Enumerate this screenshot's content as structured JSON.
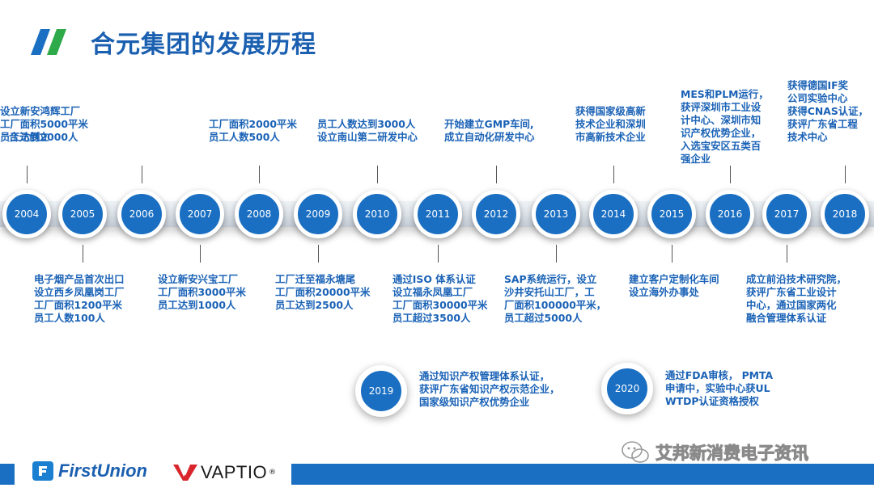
{
  "title": "合元集团的发展历程",
  "timeline": [
    {
      "year": "2004",
      "top": [
        "合元创立"
      ],
      "bottom": []
    },
    {
      "year": "2005",
      "top": [],
      "bottom": [
        "电子烟产品首次出口",
        "设立西乡凤凰岗工厂",
        "工厂面积1200平米",
        "员工人数100人"
      ]
    },
    {
      "year": "2006",
      "top": [
        "工厂面积2000平米",
        "员工人数500人"
      ],
      "bottom": []
    },
    {
      "year": "2007",
      "top": [],
      "bottom": [
        "设立新安兴宝工厂",
        "工厂面积3000平米",
        "员工达到1000人"
      ]
    },
    {
      "year": "2008",
      "top": [
        "设立新安鸿辉工厂",
        "工厂面积5000平米",
        "员工达到2000人"
      ],
      "bottom": []
    },
    {
      "year": "2009",
      "top": [],
      "bottom": [
        "工厂迁至福永塘尾",
        "工厂面积20000平米",
        "员工达到2500人"
      ]
    },
    {
      "year": "2010",
      "top": [
        "员工人数达到3000人",
        "设立南山第二研发中心"
      ],
      "bottom": []
    },
    {
      "year": "2011",
      "top": [],
      "bottom": [
        "通过ISO 体系认证",
        "设立福永凤凰工厂",
        "工厂面积30000平米",
        "员工超过3500人"
      ]
    },
    {
      "year": "2012",
      "top": [
        "开始建立GMP车间,",
        "成立自动化研发中心"
      ],
      "bottom": []
    },
    {
      "year": "2013",
      "top": [],
      "bottom": [
        "SAP系统运行，设立",
        "沙井安托山工厂，工",
        "厂面积100000平米，",
        "员工超过5000人"
      ]
    },
    {
      "year": "2014",
      "top": [
        "获得国家级高新",
        "技术企业和深圳",
        "市高新技术企业"
      ],
      "bottom": []
    },
    {
      "year": "2015",
      "top": [],
      "bottom": [
        "建立客户定制化车间",
        "设立海外办事处"
      ]
    },
    {
      "year": "2016",
      "top": [
        "MES和PLM运行，",
        "获评深圳市工业设",
        "计中心、深圳市知",
        "识产权优势企业，",
        "入选宝安区五类百",
        "强企业"
      ],
      "bottom": []
    },
    {
      "year": "2017",
      "top": [],
      "bottom": [
        "成立前沿技术研究院，",
        "获评广东省工业设计",
        "中心，通过国家两化",
        "融合管理体系认证"
      ]
    },
    {
      "year": "2018",
      "top": [
        "获得德国IF奖",
        "公司实验中心",
        "获得CNAS认证，",
        "获评广东省工程",
        "技术中心"
      ],
      "bottom": []
    }
  ],
  "extra": [
    {
      "year": "2019",
      "lines": [
        "通过知识产权管理体系认证，",
        "获评广东省知识产权示范企业，",
        "国家级知识产权优势企业"
      ]
    },
    {
      "year": "2020",
      "lines": [
        "通过FDA审核， PMTA",
        "申请中，实验中心获UL",
        "WTDP认证资格授权"
      ]
    }
  ],
  "footer": {
    "firstunion": "FirstUnion",
    "vaptio": "VAPTIO",
    "vaptio_reg": "®",
    "watermark": "艾邦新消费电子资讯"
  },
  "colors": {
    "brand_blue": "#1a6fc2",
    "title_blue": "#1a5fb0",
    "text_blue": "#1a62b6",
    "accent_green": "#2eaa4a"
  },
  "icons": {
    "title_mark": "double-slash-icon",
    "wechat": "wechat-icon"
  }
}
